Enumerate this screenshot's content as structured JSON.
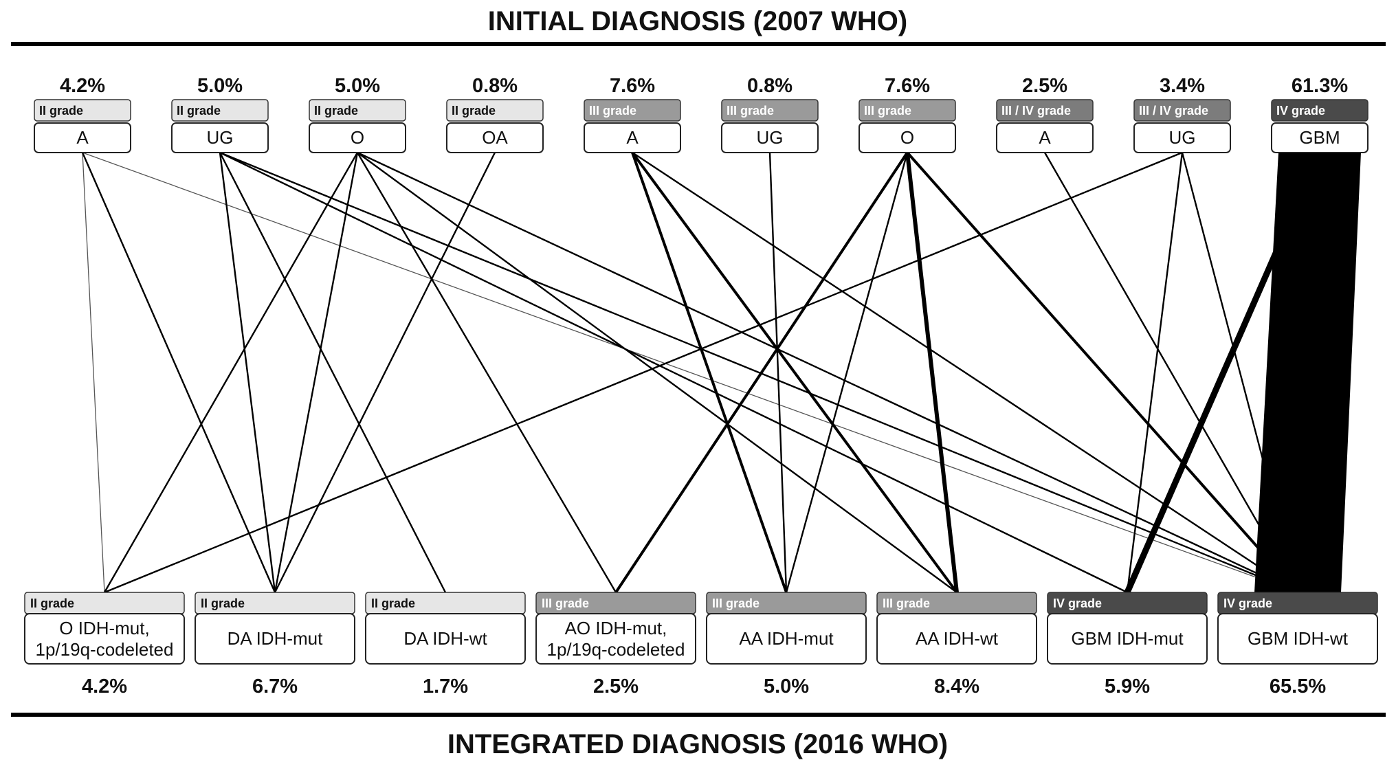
{
  "titles": {
    "top": "INITIAL DIAGNOSIS (2007 WHO)",
    "bottom": "INTEGRATED DIAGNOSIS (2016 WHO)"
  },
  "grade_colors": {
    "II": "#e6e6e6",
    "III": "#9a9a9a",
    "III/IV": "#7c7c7c",
    "IV": "#4a4a4a"
  },
  "initial": [
    {
      "grade": "II grade",
      "level": "II",
      "name": "A",
      "percent": "4.2%"
    },
    {
      "grade": "II grade",
      "level": "II",
      "name": "UG",
      "percent": "5.0%"
    },
    {
      "grade": "II grade",
      "level": "II",
      "name": "O",
      "percent": "5.0%"
    },
    {
      "grade": "II grade",
      "level": "II",
      "name": "OA",
      "percent": "0.8%"
    },
    {
      "grade": "III grade",
      "level": "III",
      "name": "A",
      "percent": "7.6%"
    },
    {
      "grade": "III grade",
      "level": "III",
      "name": "UG",
      "percent": "0.8%"
    },
    {
      "grade": "III grade",
      "level": "III",
      "name": "O",
      "percent": "7.6%"
    },
    {
      "grade": "III / IV  grade",
      "level": "III/IV",
      "name": "A",
      "percent": "2.5%"
    },
    {
      "grade": "III / IV grade",
      "level": "III/IV",
      "name": "UG",
      "percent": "3.4%"
    },
    {
      "grade": "IV grade",
      "level": "IV",
      "name": "GBM",
      "percent": "61.3%"
    }
  ],
  "integrated": [
    {
      "grade": "II grade",
      "level": "II",
      "name": [
        "O IDH-mut,",
        "1p/19q-codeleted"
      ],
      "percent": "4.2%"
    },
    {
      "grade": "II grade",
      "level": "II",
      "name": [
        "DA IDH-mut"
      ],
      "percent": "6.7%"
    },
    {
      "grade": "II grade",
      "level": "II",
      "name": [
        "DA IDH-wt"
      ],
      "percent": "1.7%"
    },
    {
      "grade": "III grade",
      "level": "III",
      "name": [
        "AO IDH-mut,",
        "1p/19q-codeleted"
      ],
      "percent": "2.5%"
    },
    {
      "grade": "III grade",
      "level": "III",
      "name": [
        "AA IDH-mut"
      ],
      "percent": "5.0%"
    },
    {
      "grade": "III grade",
      "level": "III",
      "name": [
        "AA IDH-wt"
      ],
      "percent": "8.4%"
    },
    {
      "grade": "IV grade",
      "level": "IV",
      "name": [
        "GBM IDH-mut"
      ],
      "percent": "5.9%"
    },
    {
      "grade": "IV grade",
      "level": "IV",
      "name": [
        "GBM IDH-wt"
      ],
      "percent": "65.5%"
    }
  ],
  "flows": [
    {
      "from": 0,
      "to": 0,
      "weight": 1
    },
    {
      "from": 0,
      "to": 1,
      "weight": 2
    },
    {
      "from": 0,
      "to": 7,
      "weight": 1
    },
    {
      "from": 1,
      "to": 1,
      "weight": 2
    },
    {
      "from": 1,
      "to": 2,
      "weight": 2
    },
    {
      "from": 1,
      "to": 6,
      "weight": 2
    },
    {
      "from": 1,
      "to": 7,
      "weight": 2
    },
    {
      "from": 2,
      "to": 0,
      "weight": 2
    },
    {
      "from": 2,
      "to": 1,
      "weight": 2
    },
    {
      "from": 2,
      "to": 3,
      "weight": 2
    },
    {
      "from": 2,
      "to": 5,
      "weight": 2
    },
    {
      "from": 2,
      "to": 7,
      "weight": 2
    },
    {
      "from": 3,
      "to": 1,
      "weight": 2
    },
    {
      "from": 4,
      "to": 4,
      "weight": 3
    },
    {
      "from": 4,
      "to": 5,
      "weight": 3
    },
    {
      "from": 4,
      "to": 7,
      "weight": 2
    },
    {
      "from": 5,
      "to": 4,
      "weight": 2
    },
    {
      "from": 6,
      "to": 3,
      "weight": 3
    },
    {
      "from": 6,
      "to": 4,
      "weight": 2
    },
    {
      "from": 6,
      "to": 5,
      "weight": 4
    },
    {
      "from": 6,
      "to": 7,
      "weight": 3
    },
    {
      "from": 7,
      "to": 7,
      "weight": 2
    },
    {
      "from": 8,
      "to": 0,
      "weight": 2
    },
    {
      "from": 8,
      "to": 6,
      "weight": 2
    },
    {
      "from": 8,
      "to": 7,
      "weight": 2
    },
    {
      "from": 9,
      "to": 6,
      "weight": 6
    },
    {
      "from": 9,
      "to": 7,
      "weight": 50
    }
  ]
}
